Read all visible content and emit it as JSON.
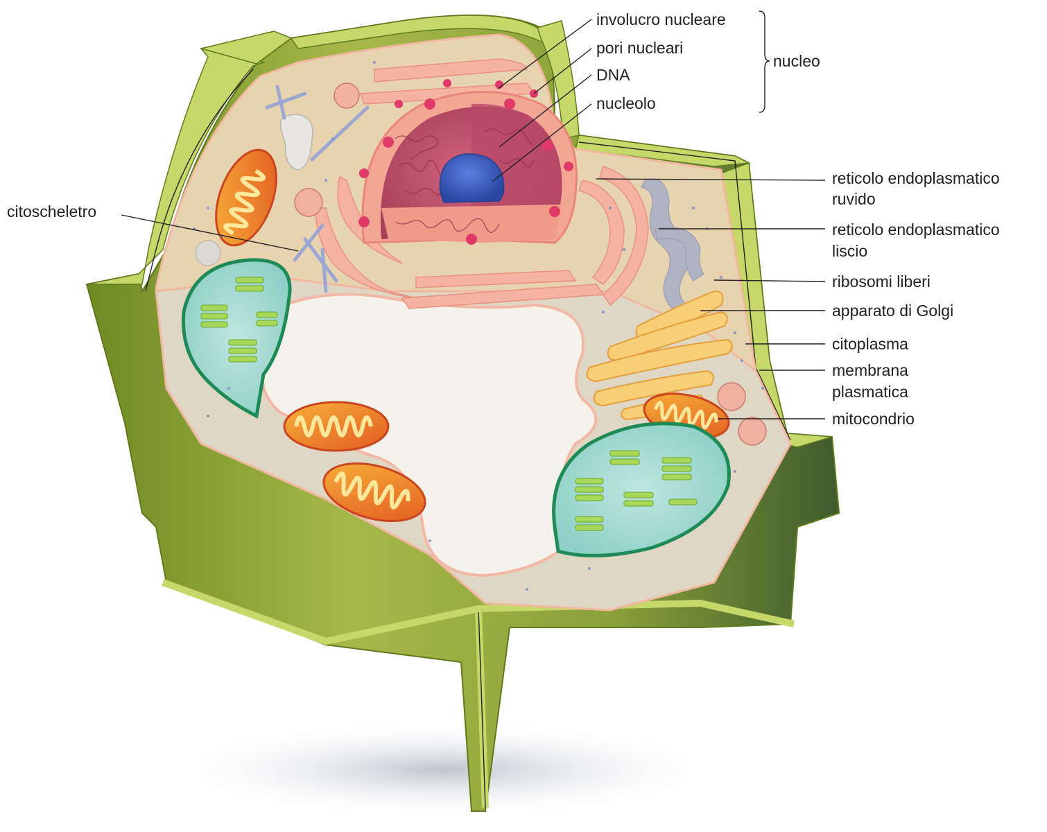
{
  "labels": {
    "involucro_nucleare": "involucro nucleare",
    "pori_nucleari": "pori nucleari",
    "dna": "DNA",
    "nucleolo": "nucleolo",
    "nucleo": "nucleo",
    "citoscheletro": "citoscheletro",
    "rer_line1": "reticolo endoplasmatico",
    "rer_line2": "ruvido",
    "ser_line1": "reticolo endoplasmatico",
    "ser_line2": "liscio",
    "ribosomi_liberi": "ribosomi liberi",
    "golgi": "apparato di Golgi",
    "citoplasma": "citoplasma",
    "membrana_line1": "membrana",
    "membrana_line2": "plasmatica",
    "mitocondrio": "mitocondrio"
  },
  "colors": {
    "cell_wall": "#8fa632",
    "cell_wall_light": "#c9d96a",
    "cytoplasm": "#e9d6b8",
    "vacuole": "#f4f1ea",
    "nucleus": "#c0506a",
    "nucleolus": "#3f5fbf",
    "er": "#f3a797",
    "golgi": "#f7c96a",
    "mitochondrion": "#f28a2a",
    "chloroplast": "#8fd0c8"
  }
}
